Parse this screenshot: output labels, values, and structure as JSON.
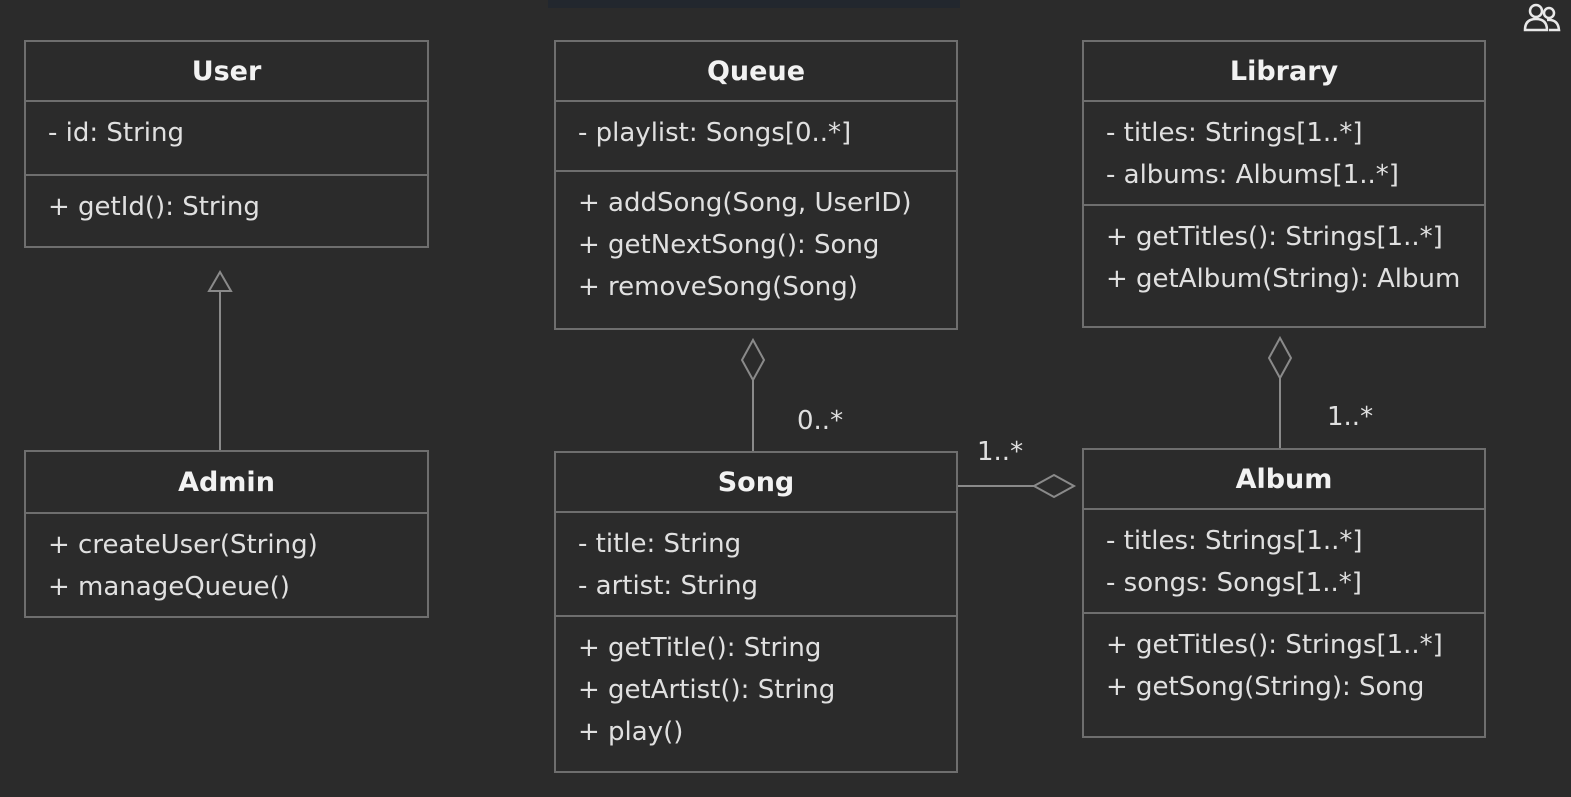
{
  "classes": {
    "user": {
      "name": "User",
      "attributes": [
        "- id: String"
      ],
      "methods": [
        "+ getId(): String"
      ]
    },
    "queue": {
      "name": "Queue",
      "attributes": [
        "- playlist: Songs[0..*]"
      ],
      "methods": [
        "+ addSong(Song, UserID)",
        "+ getNextSong(): Song",
        "+ removeSong(Song)"
      ]
    },
    "library": {
      "name": "Library",
      "attributes": [
        "- titles: Strings[1..*]",
        "- albums: Albums[1..*]"
      ],
      "methods": [
        "+ getTitles(): Strings[1..*]",
        "+ getAlbum(String): Album"
      ]
    },
    "admin": {
      "name": "Admin",
      "attributes": [],
      "methods": [
        "+ createUser(String)",
        "+ manageQueue()"
      ]
    },
    "song": {
      "name": "Song",
      "attributes": [
        "- title: String",
        "- artist: String"
      ],
      "methods": [
        "+ getTitle(): String",
        "+ getArtist(): String",
        "+ play()"
      ]
    },
    "album": {
      "name": "Album",
      "attributes": [
        "- titles: Strings[1..*]",
        "- songs: Songs[1..*]"
      ],
      "methods": [
        "+ getTitles(): Strings[1..*]",
        "+ getSong(String): Song"
      ]
    }
  },
  "relationships": [
    {
      "type": "generalization",
      "from": "Admin",
      "to": "User"
    },
    {
      "type": "aggregation",
      "whole": "Queue",
      "part": "Song",
      "multiplicity": "0..*"
    },
    {
      "type": "aggregation",
      "whole": "Album",
      "part": "Song",
      "multiplicity": "1..*"
    },
    {
      "type": "aggregation",
      "whole": "Library",
      "part": "Album",
      "multiplicity": "1..*"
    }
  ],
  "icons": {
    "top_right": "participants-icon"
  },
  "colors": {
    "background": "#2b2b2b",
    "stroke": "#6e6e6e",
    "text": "#e6e6e6"
  }
}
